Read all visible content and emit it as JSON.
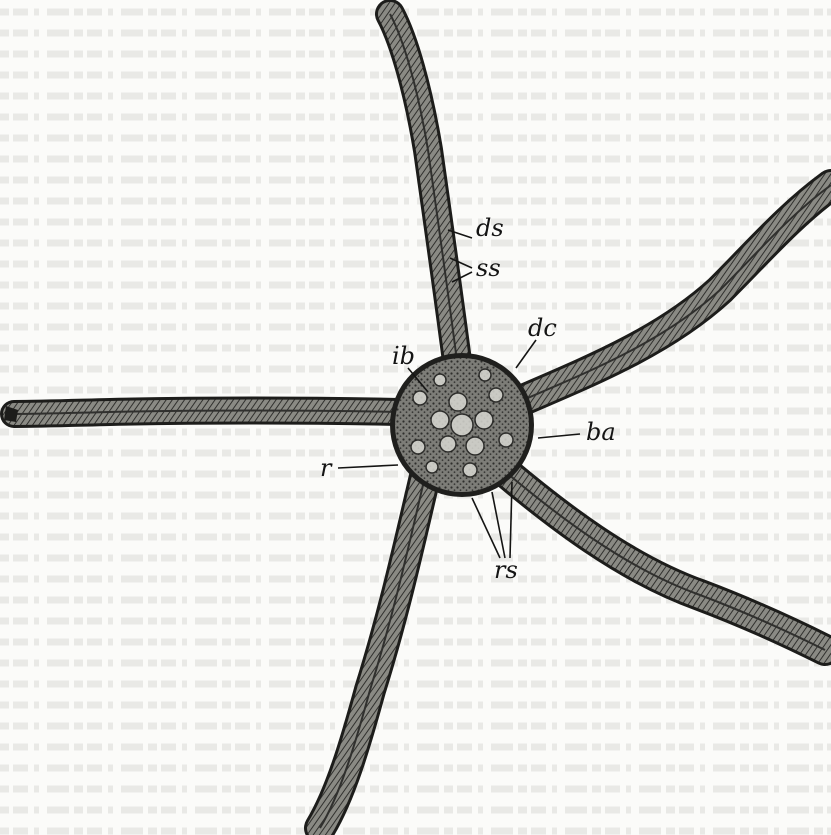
{
  "figure": {
    "labels": {
      "ds": "ds",
      "ss": "ss",
      "dc": "dc",
      "ib": "ib",
      "ba": "ba",
      "r": "r",
      "rs": "rs"
    }
  }
}
